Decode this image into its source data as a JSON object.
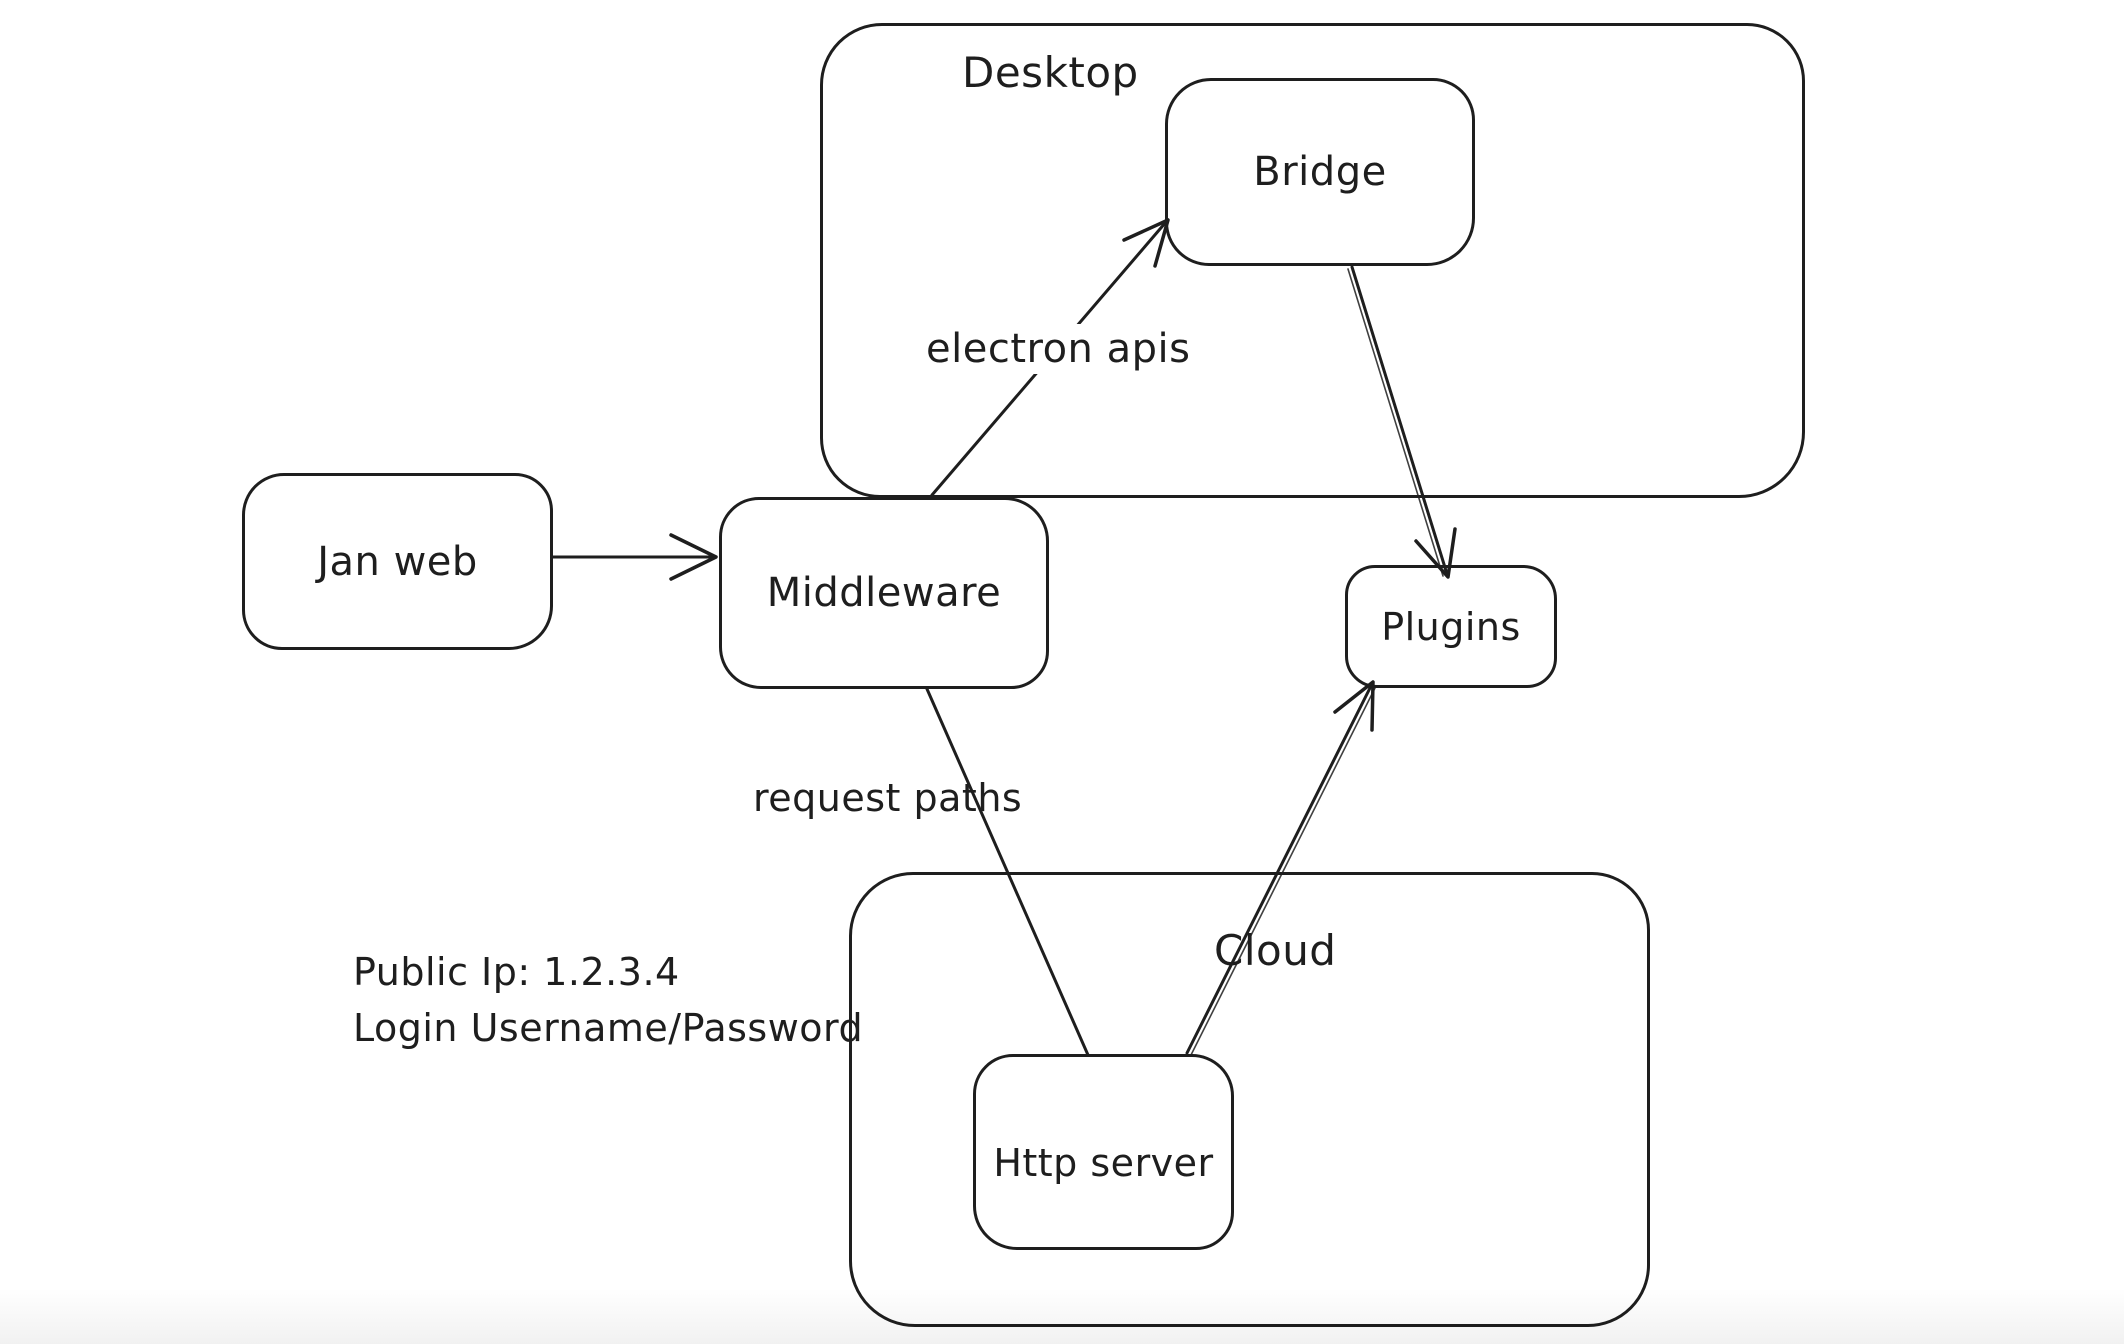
{
  "diagram": {
    "colors": {
      "stroke": "#1e1e1e",
      "background": "#ffffff"
    },
    "containers": {
      "desktop": {
        "label": "Desktop"
      },
      "cloud": {
        "label": "Cloud"
      }
    },
    "nodes": {
      "jan_web": {
        "label": "Jan web"
      },
      "middleware": {
        "label": "Middleware"
      },
      "bridge": {
        "label": "Bridge"
      },
      "plugins": {
        "label": "Plugins"
      },
      "http_server": {
        "label": "Http server"
      }
    },
    "edges": [
      {
        "from": "jan_web",
        "to": "middleware",
        "label": "",
        "arrowhead": true
      },
      {
        "from": "middleware",
        "to": "bridge",
        "label": "electron apis",
        "arrowhead": true
      },
      {
        "from": "bridge",
        "to": "plugins",
        "label": "",
        "arrowhead": true
      },
      {
        "from": "middleware",
        "to": "http_server",
        "label": "request paths",
        "arrowhead": false
      },
      {
        "from": "http_server",
        "to": "plugins",
        "label": "",
        "arrowhead": true
      }
    ],
    "edge_labels": {
      "electron_apis": "electron apis",
      "request_paths": "request paths"
    },
    "annotations": {
      "public_ip": "Public Ip: 1.2.3.4",
      "login": "Login Username/Password"
    }
  }
}
